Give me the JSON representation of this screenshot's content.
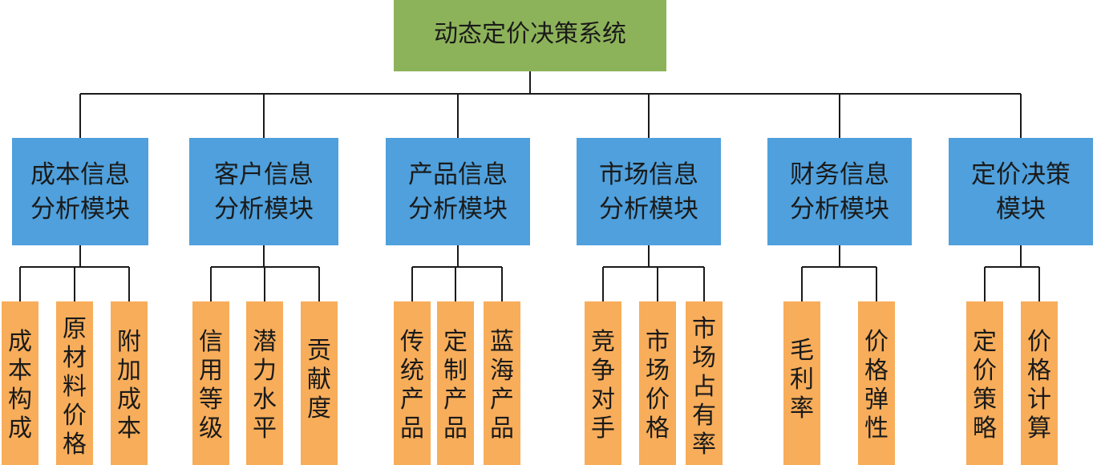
{
  "colors": {
    "root_fill": "#8DB35A",
    "module_fill": "#4FA0DC",
    "leaf_fill": "#F7AD5A",
    "line": "#1a1a1a"
  },
  "root": {
    "label": "动态定价决策系统"
  },
  "modules": [
    {
      "lines": [
        "成本信息",
        "分析模块"
      ],
      "leaves": [
        [
          "成",
          "本",
          "构",
          "成"
        ],
        [
          "原",
          "材",
          "料",
          "价",
          "格"
        ],
        [
          "附",
          "加",
          "成",
          "本"
        ]
      ]
    },
    {
      "lines": [
        "客户信息",
        "分析模块"
      ],
      "leaves": [
        [
          "信",
          "用",
          "等",
          "级"
        ],
        [
          "潜",
          "力",
          "水",
          "平"
        ],
        [
          "贡",
          "献",
          "度"
        ]
      ]
    },
    {
      "lines": [
        "产品信息",
        "分析模块"
      ],
      "leaves": [
        [
          "传",
          "统",
          "产",
          "品"
        ],
        [
          "定",
          "制",
          "产",
          "品"
        ],
        [
          "蓝",
          "海",
          "产",
          "品"
        ]
      ]
    },
    {
      "lines": [
        "市场信息",
        "分析模块"
      ],
      "leaves": [
        [
          "竞",
          "争",
          "对",
          "手"
        ],
        [
          "市",
          "场",
          "价",
          "格"
        ],
        [
          "市",
          "场",
          "占",
          "有",
          "率"
        ]
      ]
    },
    {
      "lines": [
        "财务信息",
        "分析模块"
      ],
      "leaves": [
        [
          "毛",
          "利",
          "率"
        ],
        [
          "价",
          "格",
          "弹",
          "性"
        ]
      ]
    },
    {
      "lines": [
        "定价决策",
        "模块"
      ],
      "leaves": [
        [
          "定",
          "价",
          "策",
          "略"
        ],
        [
          "价",
          "格",
          "计",
          "算"
        ]
      ]
    }
  ]
}
